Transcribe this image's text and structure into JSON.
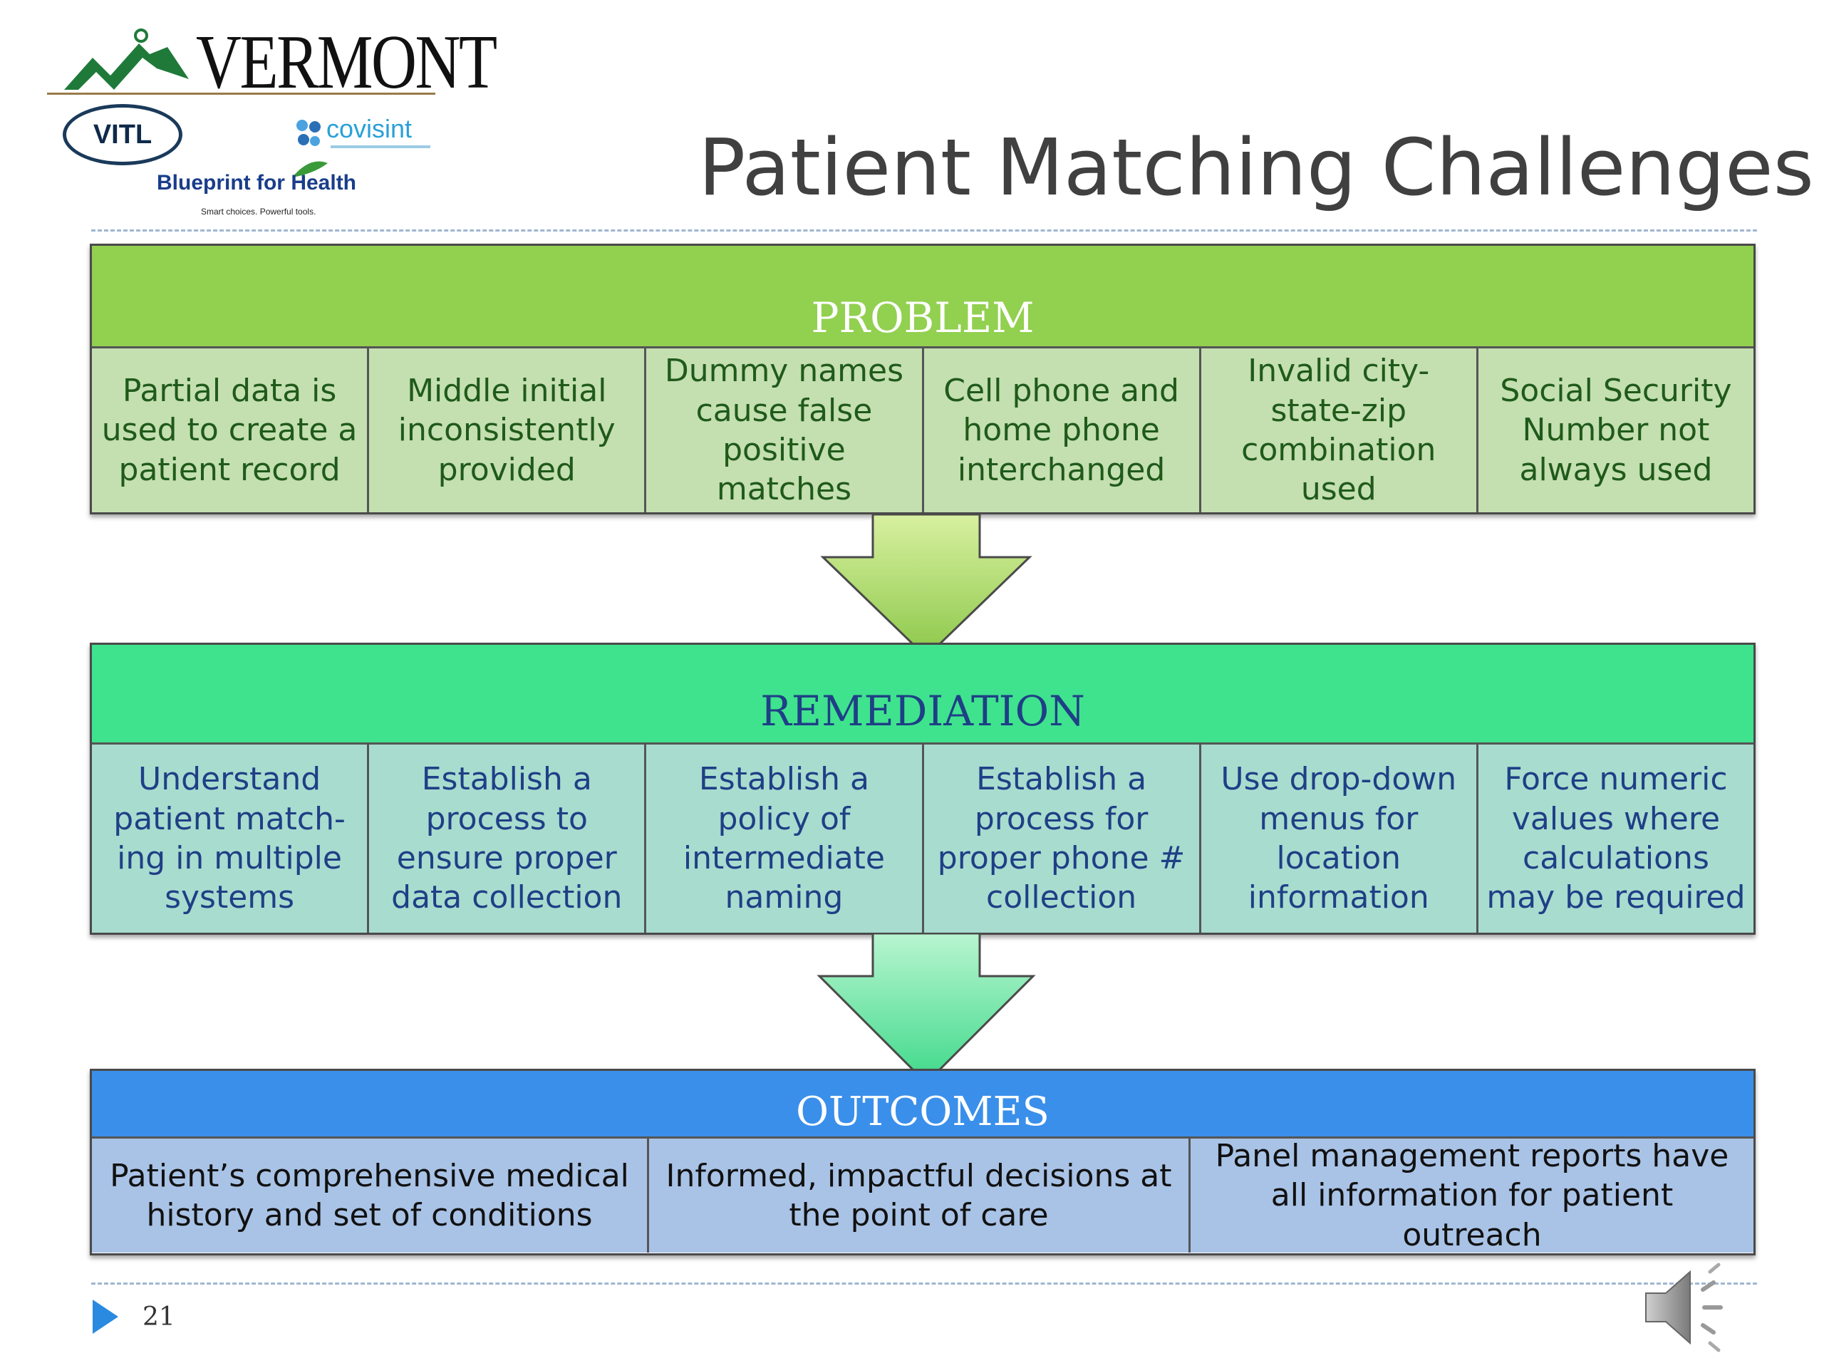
{
  "logos": {
    "vermont": "VERMONT",
    "vitl": "VITL",
    "covisint": "covisint",
    "blueprint": "Blueprint for Health",
    "blueprint_tagline": "Smart choices. Powerful tools."
  },
  "title": "Patient Matching Challenges",
  "problem": {
    "heading": "PROBLEM",
    "items": [
      "Partial data is used to create a patient record",
      "Middle initial inconsistently provided",
      "Dummy names cause false positive matches",
      "Cell phone and home phone interchanged",
      "Invalid city-state-zip combination used",
      "Social Security Number not always used"
    ]
  },
  "remediation": {
    "heading": "REMEDIATION",
    "items": [
      "Understand patient match-ing in multiple systems",
      "Establish a process to ensure proper data collection",
      "Establish a policy of intermediate naming",
      "Establish a process for proper phone # collection",
      "Use drop-down menus for location information",
      "Force numeric values where calculations may be required"
    ]
  },
  "outcomes": {
    "heading": "OUTCOMES",
    "items": [
      "Patient’s comprehensive medical history and set of conditions",
      "Informed, impactful decisions at the point of care",
      "Panel management reports have all information for patient outreach"
    ]
  },
  "footer": {
    "slide_number": "21"
  },
  "colors": {
    "problem_head": "#92d050",
    "problem_cells": "#c4dfb0",
    "problem_text": "#1f5a1a",
    "remediation_head": "#3fe38e",
    "remediation_cells": "#a8dccf",
    "remediation_text": "#1f3f86",
    "outcomes_head": "#3a8fea",
    "outcomes_cells": "#a9c3e6",
    "outcomes_text": "#111111"
  },
  "icons": [
    "vermont-mountain-icon",
    "covisint-dots-icon",
    "blueprint-leaf-icon",
    "play-triangle-icon",
    "speaker-icon"
  ]
}
